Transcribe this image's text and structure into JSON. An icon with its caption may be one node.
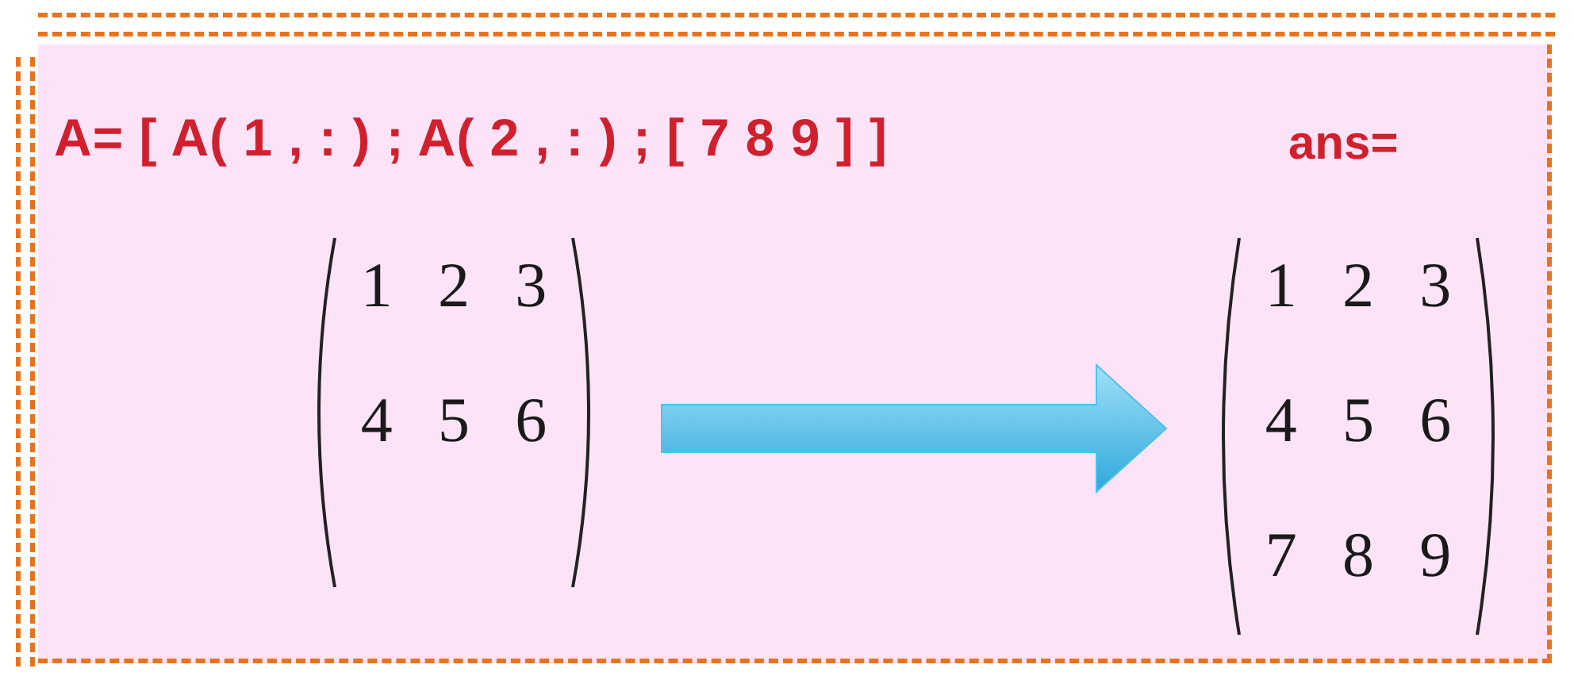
{
  "diagram": {
    "nodes": [
      {
        "text": [
          "1",
          "2",
          "3",
          "4",
          "5",
          "6"
        ]
      },
      {
        "text": [
          "1",
          "2",
          "3",
          "4",
          "5",
          "6",
          "7",
          "8",
          "9"
        ]
      }
    ],
    "edges": [
      {
        "from": 0,
        "to": 1,
        "arrow": "to",
        "color": "#4fc1ea"
      }
    ],
    "labels": [
      "A= [ A( 1 , : ) ; A( 2 , : ) ; [ 7 8 9 ] ]",
      "ans="
    ]
  }
}
